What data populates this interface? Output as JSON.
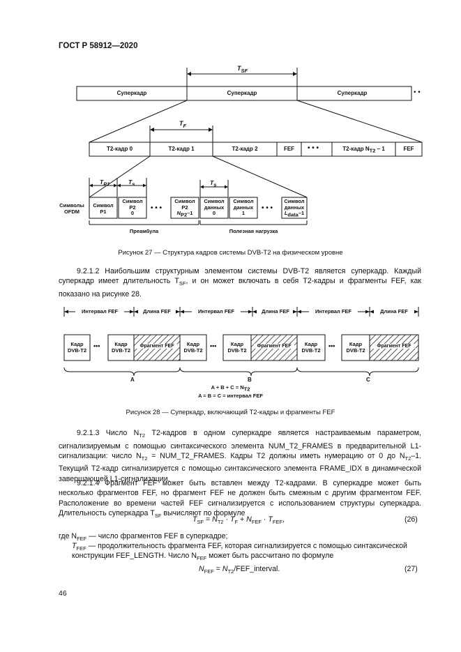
{
  "header": {
    "standard": "ГОСТ Р 58912—2020"
  },
  "figure27": {
    "tsf_label": "T",
    "tsf_sub": "SF",
    "superframes": [
      "Суперкадр",
      "Суперкадр",
      "Суперкадр"
    ],
    "dots": "• •",
    "tf_label": "T",
    "tf_sub": "F",
    "frames": [
      "Т2-кадр 0",
      "Т2-кадр 1",
      "Т2-кадр 2",
      "FEF",
      "Т2-кадр N",
      "FEF"
    ],
    "frame_n_sub": "T2",
    "frame_n_suffix": " – 1",
    "tp1_label": "T",
    "tp1_sub": "P1",
    "ts_label": "T",
    "ts_sub": "s",
    "ofdm_label_1": "Символы",
    "ofdm_label_2": "OFDM",
    "symbols": [
      {
        "l1": "Символ",
        "l2": "P1",
        "l3": ""
      },
      {
        "l1": "Символ",
        "l2": "P2",
        "l3": "0"
      },
      {
        "l1": "Символ",
        "l2": "P2",
        "l3": "N  –1"
      },
      {
        "l1": "Символ",
        "l2": "данных",
        "l3": "0"
      },
      {
        "l1": "Символ",
        "l2": "данных",
        "l3": "1"
      },
      {
        "l1": "Символ",
        "l2": "данных",
        "l3": "L     –1"
      }
    ],
    "sym_n_sub": "P2",
    "sym_l_sub": "data",
    "preamble": "Преамбула",
    "payload": "Полезная нагрузка",
    "caption": "Рисунок 27 — Структура кадров системы DVB-T2 на физическом уровне"
  },
  "para1": "9.2.1.2 Наибольшим структурным элементом системы DVB-T2 является суперкадр. Каждый суперкадр имеет длительность T",
  "para1_sub": "SF",
  "para1_rest": ", и он может включать в себя Т2-кадры и фрагменты FEF, как показано на рисунке 28.",
  "figure28": {
    "top_labels": [
      "Интервал FEF",
      "Длина FEF",
      "Интервал FEF",
      "Длина FEF",
      "Интервал FEF",
      "Длина FEF"
    ],
    "frame_l1": "Кадр",
    "frame_l2": "DVB-T2",
    "fef_label": "Фрагмент FEF",
    "dots": "•••",
    "braces": [
      "A",
      "B",
      "C"
    ],
    "eq1": "A + B + C = N",
    "eq1_sub": "T2",
    "eq2": "A = B = C = интервал FEF",
    "caption": "Рисунок 28 — Суперкадр, включающий Т2-кадры и фрагменты FEF"
  },
  "para2_a": "9.2.1.3 Число N",
  "para2_a_sub": "T2",
  "para2_b": " Т2-кадров в одном суперкадре является настраиваемым параметром, сигнализируемым с помощью синтаксического элемента NUM_T2_FRAMES в предварительной L1-сигнализации: число N",
  "para2_c": " = NUM_T2_FRAMES. Кадры Т2 должны иметь нумерацию от 0 до N",
  "para2_d": "–1. Текущий Т2-кадр сигнализируется с помощью синтаксического элемента FRAME_IDX в динамической завершающей L1-сигнализации.",
  "para3": "9.2.1.4 Фрагмент FEF может быть вставлен между Т2-кадрами. В суперкадре может быть несколько фрагментов FEF, но фрагмент FEF не должен быть смежным с другим фрагментом FEF. Расположение во времени частей FEF сигнализируется с использованием структуры суперкадра. Длительность суперкадра T",
  "para3_sub": "SF",
  "para3_end": " вычисляют по формуле",
  "formula26": {
    "text": "T",
    "num": "(26)"
  },
  "where": {
    "w1_prefix": "где N",
    "w1_sub": "FEF",
    "w1_text": " — число фрагментов FEF в суперкадре;",
    "w2_prefix": "T",
    "w2_sub": "FEF",
    "w2_text": " — продолжительность фрагмента FEF, которая сигнализируется с помощью синтаксической",
    "w3_text": "конструкции FEF_LENGTH. Число N",
    "w3_sub": "FEF",
    "w3_end": " может быть рассчитано по формуле"
  },
  "formula27": {
    "num": "(27)"
  },
  "page_number": "46"
}
